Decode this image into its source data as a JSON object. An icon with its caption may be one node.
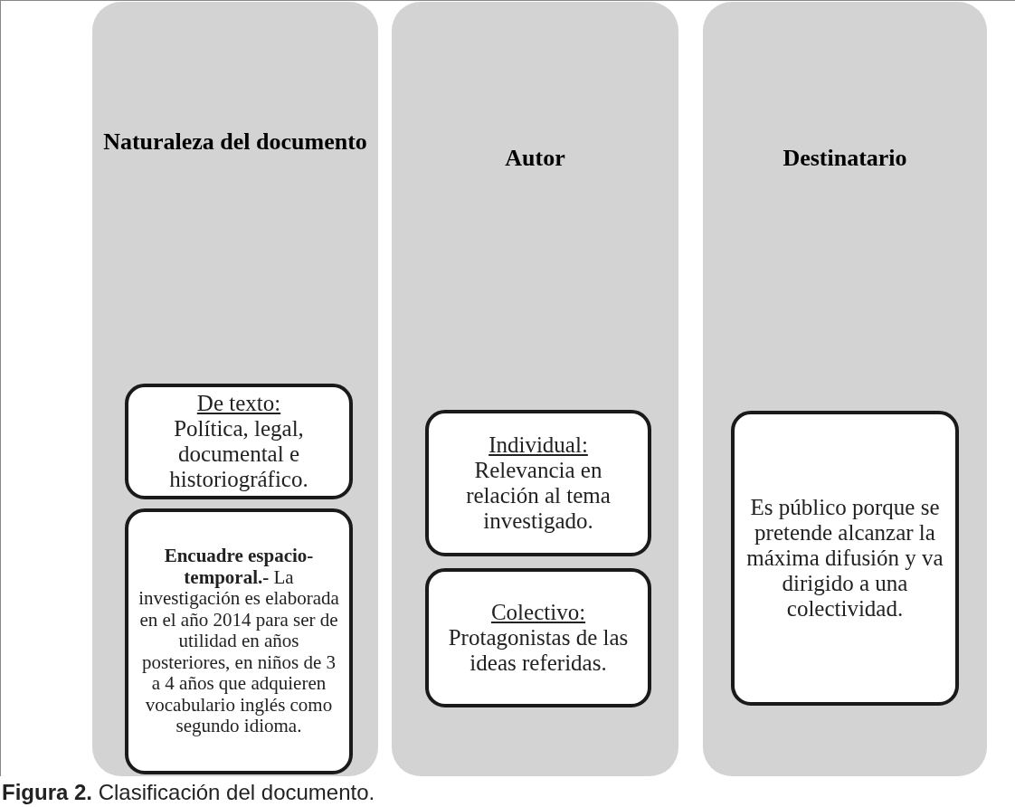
{
  "diagram": {
    "caption": "**Figura 2.** Clasificación del documento.",
    "nodes": [
      {
        "text": [
          "Naturaleza del documento"
        ]
      },
      {
        "text": [
          "De texto:",
          "Política, legal, documental e historiográfico."
        ],
        "in": 0
      },
      {
        "text": [
          "**Encuadre espacio-temporal.-** La investigación es elaborada en el año 2014 para ser de utilidad en años posteriores, en niños de 3 a 4 años que adquieren vocabulario inglés como segundo idioma."
        ],
        "in": 0
      },
      {
        "text": [
          "Autor"
        ]
      },
      {
        "text": [
          "Individual:",
          "Relevancia en relación al tema investigado."
        ],
        "in": 3
      },
      {
        "text": [
          "Colectivo:",
          "Protagonistas de las ideas referidas."
        ],
        "in": 3
      },
      {
        "text": [
          "Destinatario"
        ]
      },
      {
        "text": [
          "Es público porque se pretende alcanzar la máxima difusión y va dirigido a una colectividad."
        ],
        "in": 6
      }
    ],
    "edges": []
  }
}
